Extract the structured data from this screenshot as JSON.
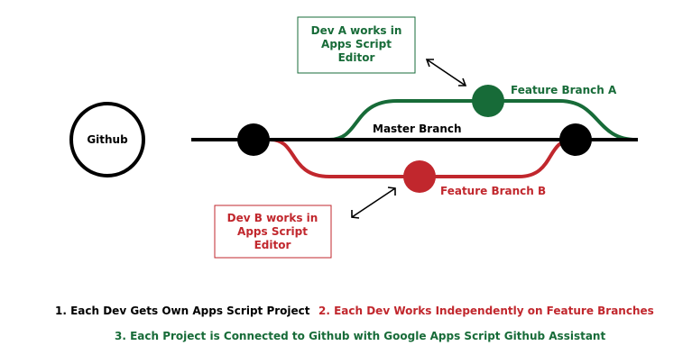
{
  "github": {
    "label": "Github"
  },
  "master": {
    "label": "Master Branch"
  },
  "branch_a": {
    "label": "Feature Branch A",
    "color": "#176b38"
  },
  "branch_b": {
    "label": "Feature Branch B",
    "color": "#c1272d"
  },
  "note_a": {
    "lines": [
      "Dev A works in",
      "Apps Script",
      "Editor"
    ],
    "color": "#176b38"
  },
  "note_b": {
    "lines": [
      "Dev B works in",
      "Apps Script",
      "Editor"
    ],
    "color": "#c1272d"
  },
  "steps": [
    {
      "text": "1. Each Dev Gets Own Apps Script Project",
      "color": "#000000"
    },
    {
      "text": "2. Each Dev Works Independently on Feature Branches",
      "color": "#c1272d"
    },
    {
      "text": "3. Each Project is Connected to Github with Google Apps Script Github Assistant",
      "color": "#176b38"
    }
  ]
}
